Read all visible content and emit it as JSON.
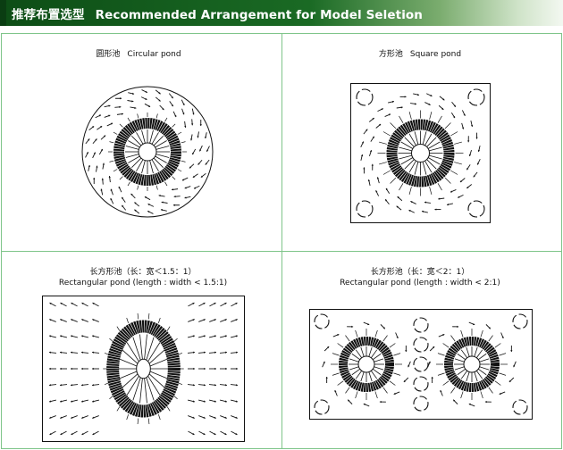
{
  "header": {
    "title_cn": "推荐布置选型",
    "title_en": "Recommended Arrangement for Model Seletion"
  },
  "panels": [
    {
      "label_cn": "圆形池",
      "label_en": "Circular pond"
    },
    {
      "label_cn": "方形池",
      "label_en": "Square pond"
    },
    {
      "label_cn": "长方形池（长：宽＜1.5：1）",
      "label_en": "Rectangular pond (length : width < 1.5:1)"
    },
    {
      "label_cn": "长方形池（长：宽＜2：1）",
      "label_en": "Rectangular pond (length : width < 2:1)"
    }
  ],
  "colors": {
    "header_dark": "#0d4d16",
    "border": "#7fc58a",
    "ink": "#111111"
  }
}
